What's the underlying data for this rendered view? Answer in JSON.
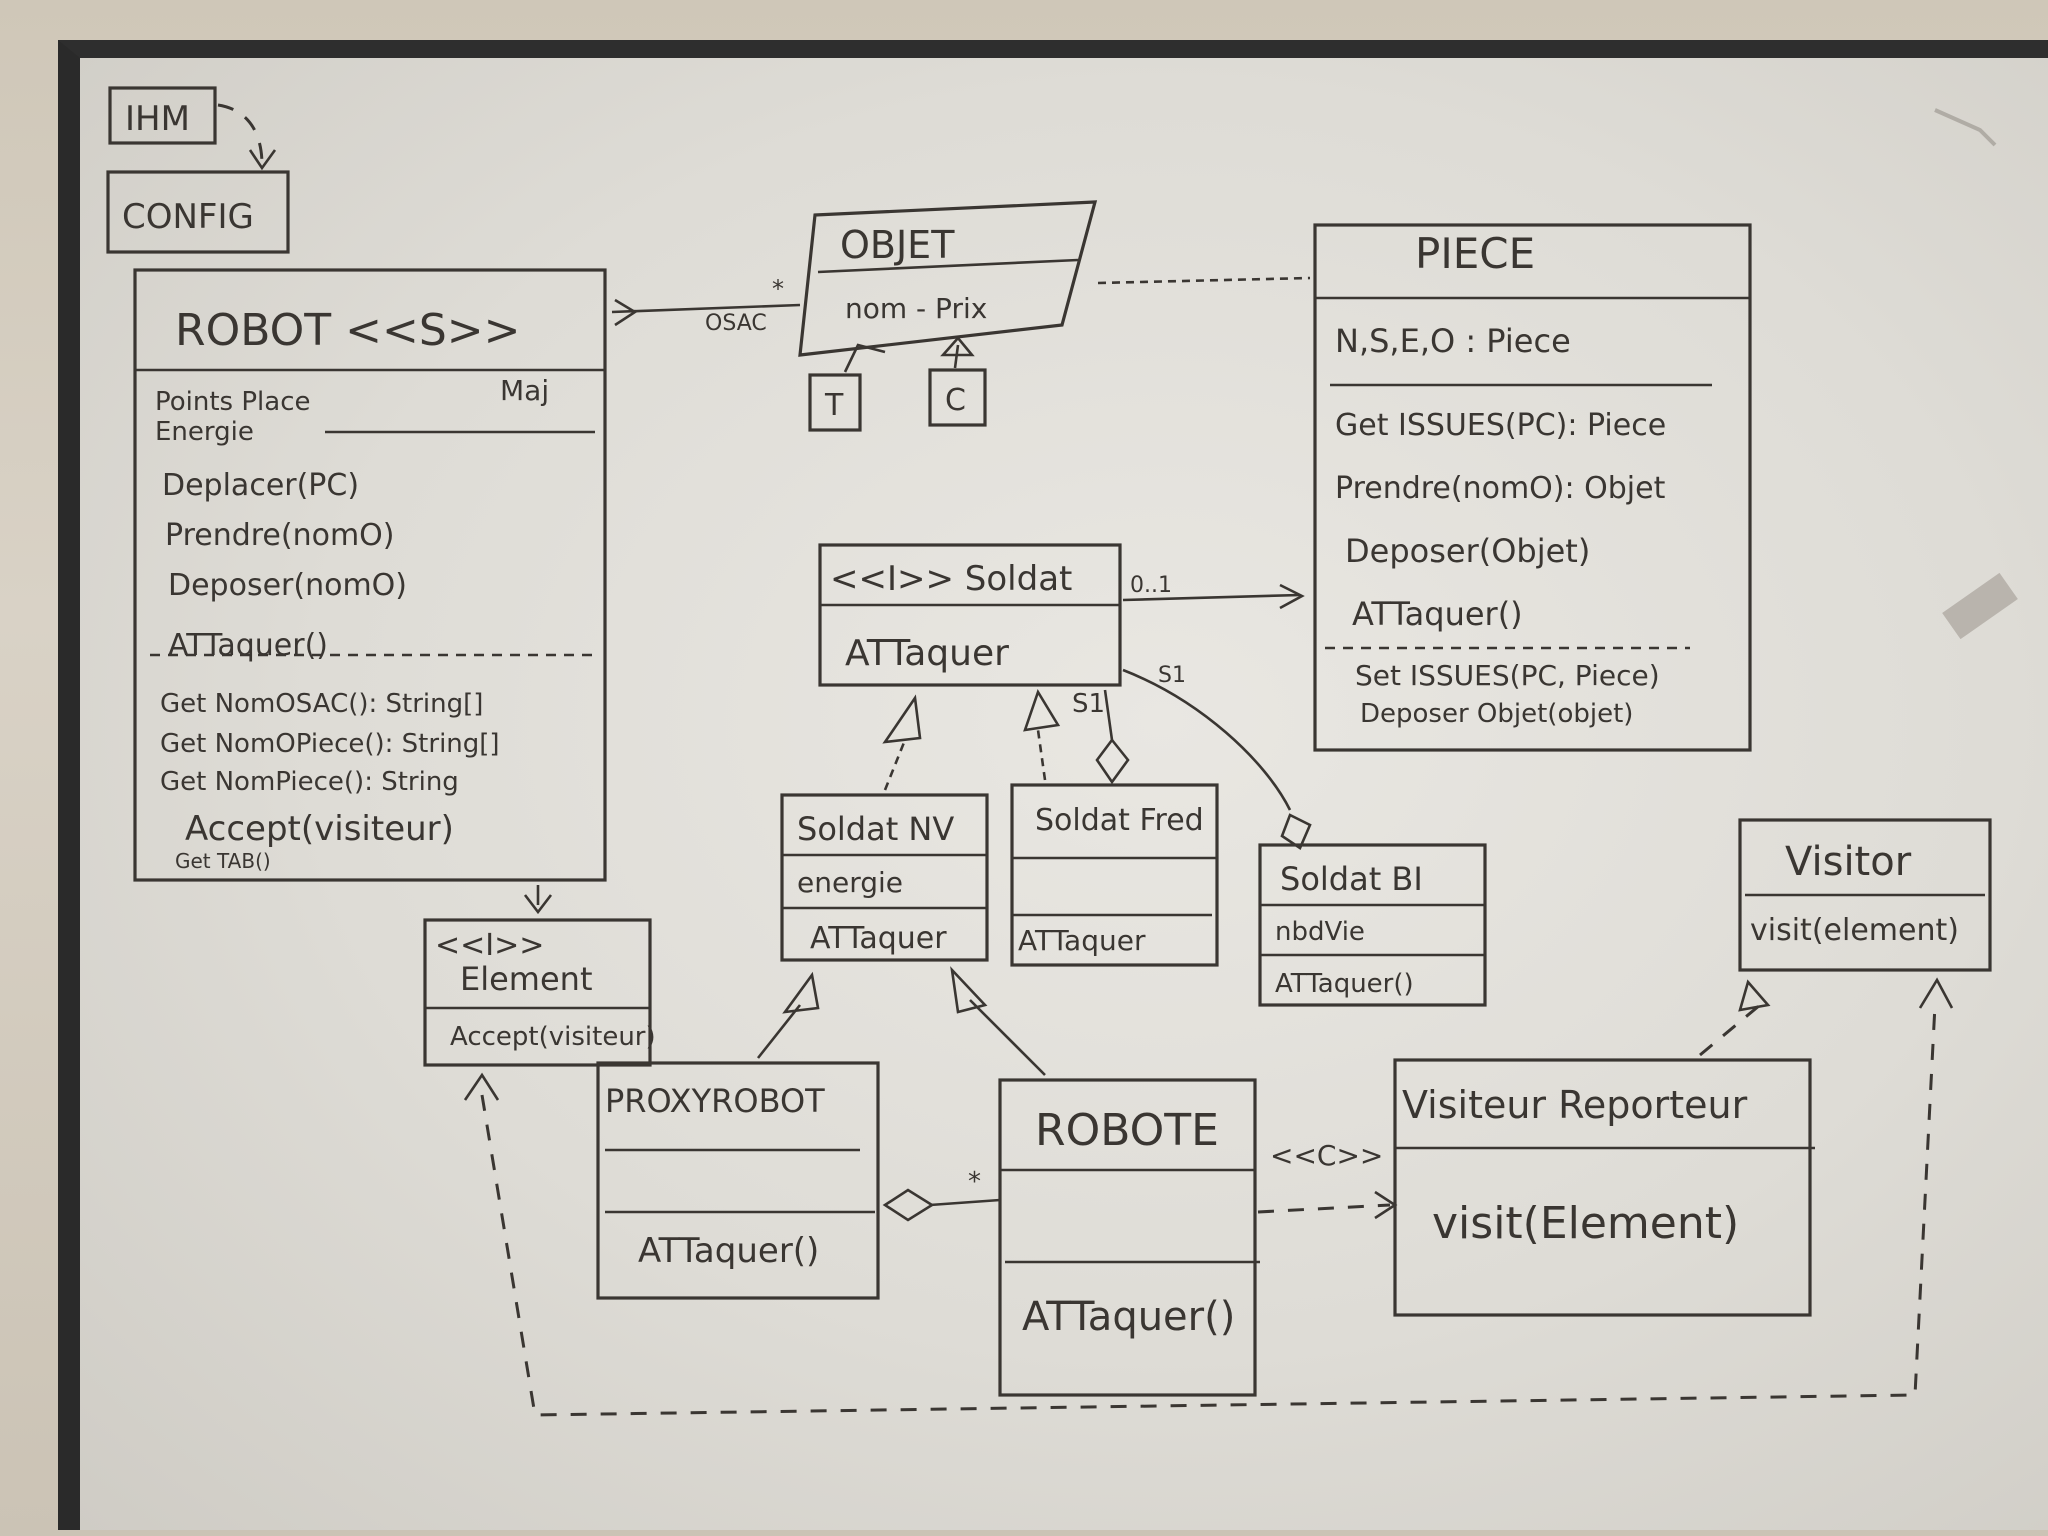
{
  "ihm": "IHM",
  "config": "CONFIG",
  "robot": {
    "name": "ROBOT <<S>>",
    "attr_1": "Points Place",
    "attr_2": "Energie",
    "attr_right": "Maj",
    "ops": [
      "Deplacer(PC)",
      "Prendre(nomO)",
      "Deposer(nomO)",
      "ATTaquer()"
    ],
    "ops2": [
      "Get NomOSAC(): String[]",
      "Get NomOPiece(): String[]",
      "Get NomPiece(): String",
      "Accept(visiteur)",
      "Get TAB()"
    ]
  },
  "objet": {
    "name": "OBJET",
    "attr": "nom - Prix",
    "t_box": "T",
    "c_box": "C",
    "assoc_label": "OSAC",
    "mult": "*"
  },
  "piece": {
    "name": "PIECE",
    "attr": "N,S,E,O : Piece",
    "ops": [
      "Get ISSUES(PC): Piece",
      "Prendre(nomO): Objet",
      "Deposer(Objet)",
      "ATTaquer()"
    ],
    "ops2": [
      "Set ISSUES(PC, Piece)",
      "Deposer Objet(objet)"
    ]
  },
  "soldat": {
    "name": "<<I>> Soldat",
    "op": "ATTaquer",
    "mult": "0..1",
    "s1": "S1",
    "s1b": "S1"
  },
  "soldat_nv": {
    "name": "Soldat NV",
    "attr": "energie",
    "op": "ATTaquer"
  },
  "soldat_fred": {
    "name": "Soldat Fred",
    "op": "ATTaquer"
  },
  "soldat_bi": {
    "name": "Soldat BI",
    "attr": "nbdVie",
    "op": "ATTaquer()"
  },
  "element": {
    "stereo": "<<I>>",
    "name": "Element",
    "op": "Accept(visiteur)"
  },
  "proxy": {
    "name": "PROXYROBOT",
    "op": "ATTaquer()"
  },
  "robote": {
    "name": "ROBOTE",
    "op": "ATTaquer()",
    "mult": "*",
    "stereo": "<<C>>"
  },
  "visitor": {
    "name": "Visitor",
    "op": "visit(element)"
  },
  "visiteur": {
    "name": "Visiteur Reporteur",
    "op": "visit(Element)"
  }
}
